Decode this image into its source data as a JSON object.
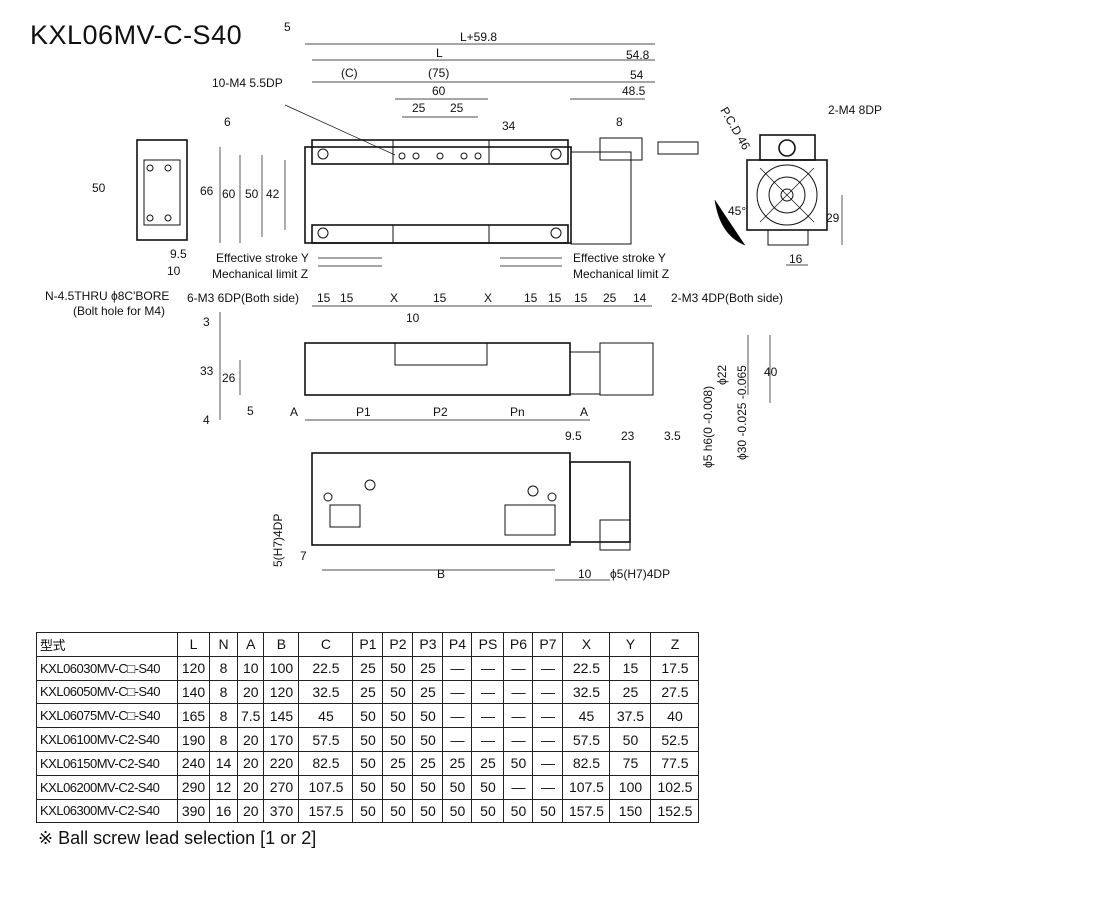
{
  "title": "KXL06MV-C-S40",
  "drawing": {
    "labels": [
      "L+59.8",
      "5",
      "L",
      "54.8",
      "(C)",
      "(75)",
      "54",
      "10-M4 5.5DP",
      "60",
      "48.5",
      "25",
      "25",
      "34",
      "6",
      "8",
      "66",
      "60",
      "50",
      "42",
      "50",
      "9.5",
      "10",
      "Effective stroke Y",
      "Mechanical limit Z",
      "Effective stroke Y",
      "Mechanical limit Z",
      "N-4.5THRU ϕ8C'BORE",
      "(Bolt hole for M4)",
      "P.C.D 46",
      "2-M4 8DP",
      "45°",
      "29",
      "16",
      "6-M3 6DP(Both side)",
      "15",
      "15",
      "X",
      "15",
      "X",
      "15",
      "15",
      "15",
      "25",
      "14",
      "2-M3 4DP(Both side)",
      "10",
      "3",
      "33",
      "26",
      "4",
      "5",
      "A",
      "P1",
      "P2",
      "Pn",
      "A",
      "9.5",
      "23",
      "3.5",
      "ϕ22",
      "40",
      "ϕ5 h6(0 -0.008)",
      "ϕ30 -0.025 -0.065",
      "5(H7)4DP",
      "7",
      "B",
      "10",
      "ϕ5(H7)4DP"
    ]
  },
  "table": {
    "headers": [
      "型式",
      "L",
      "N",
      "A",
      "B",
      "C",
      "P1",
      "P2",
      "P3",
      "P4",
      "PS",
      "P6",
      "P7",
      "X",
      "Y",
      "Z"
    ],
    "rows": [
      [
        "KXL06030MV-C□-S40",
        "120",
        "8",
        "10",
        "100",
        "22.5",
        "25",
        "50",
        "25",
        "—",
        "—",
        "—",
        "—",
        "22.5",
        "15",
        "17.5"
      ],
      [
        "KXL06050MV-C□-S40",
        "140",
        "8",
        "20",
        "120",
        "32.5",
        "25",
        "50",
        "25",
        "—",
        "—",
        "—",
        "—",
        "32.5",
        "25",
        "27.5"
      ],
      [
        "KXL06075MV-C□-S40",
        "165",
        "8",
        "7.5",
        "145",
        "45",
        "50",
        "50",
        "50",
        "—",
        "—",
        "—",
        "—",
        "45",
        "37.5",
        "40"
      ],
      [
        "KXL06100MV-C2-S40",
        "190",
        "8",
        "20",
        "170",
        "57.5",
        "50",
        "50",
        "50",
        "—",
        "—",
        "—",
        "—",
        "57.5",
        "50",
        "52.5"
      ],
      [
        "KXL06150MV-C2-S40",
        "240",
        "14",
        "20",
        "220",
        "82.5",
        "50",
        "25",
        "25",
        "25",
        "25",
        "50",
        "—",
        "82.5",
        "75",
        "77.5"
      ],
      [
        "KXL06200MV-C2-S40",
        "290",
        "12",
        "20",
        "270",
        "107.5",
        "50",
        "50",
        "50",
        "50",
        "50",
        "—",
        "—",
        "107.5",
        "100",
        "102.5"
      ],
      [
        "KXL06300MV-C2-S40",
        "390",
        "16",
        "20",
        "370",
        "157.5",
        "50",
        "50",
        "50",
        "50",
        "50",
        "50",
        "50",
        "157.5",
        "150",
        "152.5"
      ]
    ]
  },
  "note": "※ Ball screw lead selection [1 or 2]"
}
